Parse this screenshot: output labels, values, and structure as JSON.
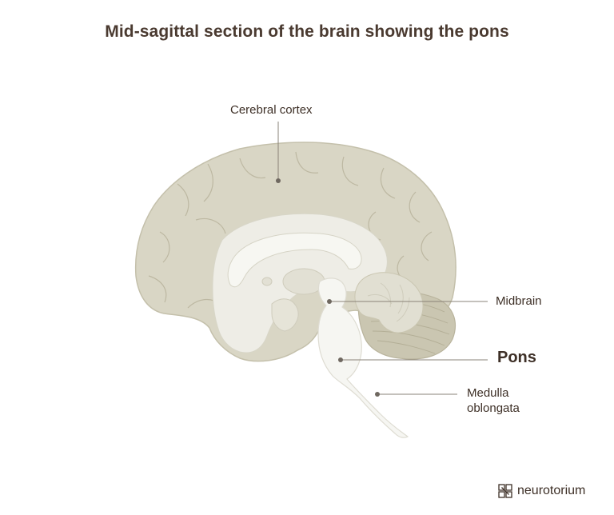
{
  "title": "Mid-sagittal section of the brain showing the pons",
  "labels": {
    "cerebral_cortex": "Cerebral cortex",
    "midbrain": "Midbrain",
    "pons": "Pons",
    "medulla_line1": "Medulla",
    "medulla_line2": "oblongata"
  },
  "brand": {
    "name": "neurotorium",
    "icon": "neurotorium-logo-icon"
  },
  "colors": {
    "cortex": "#d9d6c5",
    "cortex_outline": "#c4c0ab",
    "white_matter": "#eeede6",
    "brainstem": "#f6f6f2",
    "cerebellum": "#cac6b1",
    "leader_line": "#8a8378",
    "title": "#4a3a30"
  }
}
